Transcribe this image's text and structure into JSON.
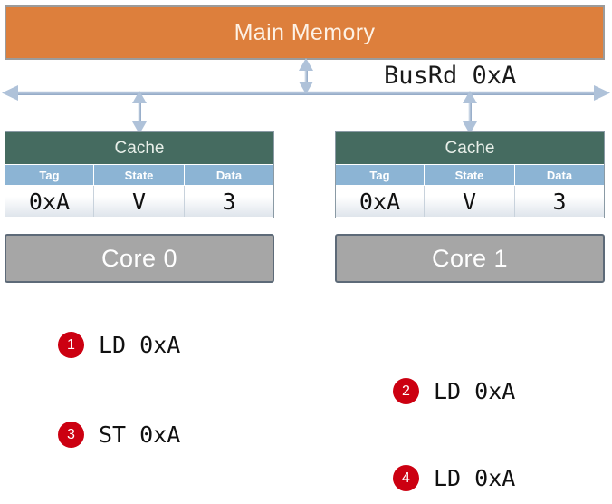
{
  "diagram": {
    "main_memory": {
      "label": "Main Memory"
    },
    "bus": {
      "message": "BusRd 0xA"
    },
    "caches": [
      {
        "title": "Cache",
        "columns": [
          "Tag",
          "State",
          "Data"
        ],
        "row": {
          "tag": "0xA",
          "state": "V",
          "data": "3"
        },
        "core": "Core 0"
      },
      {
        "title": "Cache",
        "columns": [
          "Tag",
          "State",
          "Data"
        ],
        "row": {
          "tag": "0xA",
          "state": "V",
          "data": "3"
        },
        "core": "Core 1"
      }
    ],
    "steps": [
      {
        "number": "1",
        "text": "LD 0xA"
      },
      {
        "number": "2",
        "text": "LD 0xA"
      },
      {
        "number": "3",
        "text": "ST 0xA"
      },
      {
        "number": "4",
        "text": "LD 0xA"
      }
    ]
  },
  "colors": {
    "memory_fill": "#DD7F3C",
    "cache_title_fill": "#456B60",
    "cache_header_fill": "#8CB4D4",
    "core_fill": "#A6A6A6",
    "highlight_red": "#E00000",
    "badge_red": "#CC0011",
    "bus_line": "#A9BDD6"
  }
}
